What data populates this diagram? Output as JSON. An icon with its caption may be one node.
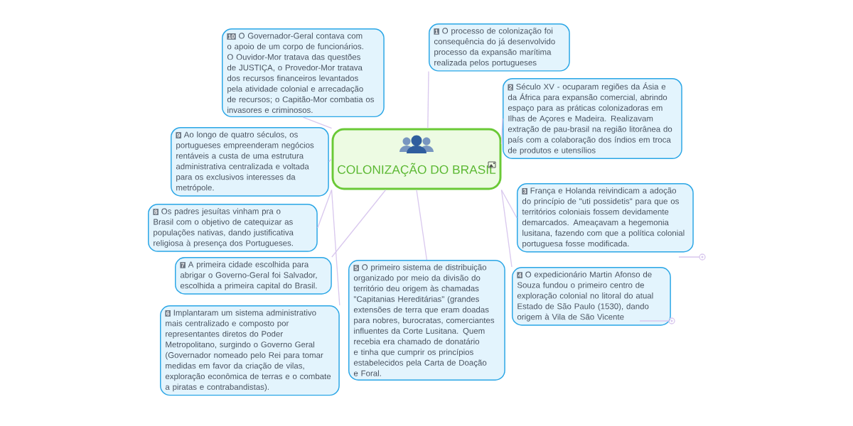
{
  "diagram": {
    "nodes": [
      {
        "text": [
          "COLONIZAÇÃO DO BRASIL"
        ]
      },
      {
        "text": [
          "1",
          "O processo de colonização foi consequência do já desenvolvido processo da expansão marítima realizada pelos portugueses"
        ]
      },
      {
        "text": [
          "2",
          "Século XV - ocuparam regiões da Ásia e da África para expansão comercial, abrindo espaço para as práticas colonizadoras em Ilhas de Açores e Madeira. Realizavam extração de pau-brasil na região litorânea do país com a colaboração dos índios em troca de produtos e utensílios"
        ]
      },
      {
        "text": [
          "3",
          "França e Holanda reivindicam a adoção do princípio de \"uti possidetis\" para que os territórios coloniais fossem devidamente demarcados. Ameaçavam a hegemonia lusitana, fazendo com que a política colonial portuguesa fosse modificada."
        ]
      },
      {
        "text": [
          "4",
          "O expedicionário Martin Afonso de Souza fundou o primeiro centro de exploração colonial no litoral do atual Estado de São Paulo (1530), dando origem à Vila de São Vicente"
        ]
      },
      {
        "text": [
          "5",
          "O primeiro sistema de distribuição organizado por meio da divisão do território deu origem às chamadas \"Capitanias Hereditárias\" (grandes extensões de terra que eram doadas para nobres, burocratas, comerciantes influentes da Corte Lusitana. Quem recebia era chamado de donatário e tinha que cumprir os princípios estabelecidos pela Carta de Doação e Foral."
        ]
      },
      {
        "text": [
          "6",
          "Implantaram um sistema administrativo mais centralizado e composto por representantes diretos do Poder Metropolitano, surgindo o Governo Geral (Governador nomeado pelo Rei para tomar medidas em favor da criação de vilas, exploração econômica de terras e o combate a piratas e contrabandistas)."
        ]
      },
      {
        "text": [
          "7",
          "A primeira cidade escolhida para abrigar o Governo-Geral foi Salvador, escolhida a primeira capital do Brasil."
        ]
      },
      {
        "text": [
          "8",
          "Os padres jesuítas vinham pra o Brasil com o objetivo de catequizar as populações nativas, dando justificativa religiosa à presença dos Portugueses."
        ]
      },
      {
        "text": [
          "9",
          "Ao longo de quatro séculos, os portugueses empreenderam negócios rentáveis a custa de uma estrutura administrativa centralizada e voltada para os exclusivos interesses da metrópole."
        ]
      },
      {
        "text": [
          "10",
          "O Governador-Geral contava com o apoio de um corpo de funcionários. O Ouvidor-Mor tratava das questões de JUSTIÇA, o Provedor-Mor tratava dos recursos financeiros levantados pela atividade colonial e arrecadação de recursos; o Capitão-Mor combatia os invasores e criminosos."
        ]
      }
    ],
    "edges": [
      {
        "from": 0,
        "to": 1,
        "arrow": "none"
      },
      {
        "from": 0,
        "to": 2,
        "arrow": "none"
      },
      {
        "from": 0,
        "to": 3,
        "arrow": "none"
      },
      {
        "from": 0,
        "to": 4,
        "arrow": "none"
      },
      {
        "from": 0,
        "to": 5,
        "arrow": "none"
      },
      {
        "from": 0,
        "to": 6,
        "arrow": "none"
      },
      {
        "from": 0,
        "to": 7,
        "arrow": "none"
      },
      {
        "from": 0,
        "to": 8,
        "arrow": "none"
      },
      {
        "from": 0,
        "to": 9,
        "arrow": "none"
      },
      {
        "from": 0,
        "to": 10,
        "arrow": "none"
      }
    ]
  }
}
